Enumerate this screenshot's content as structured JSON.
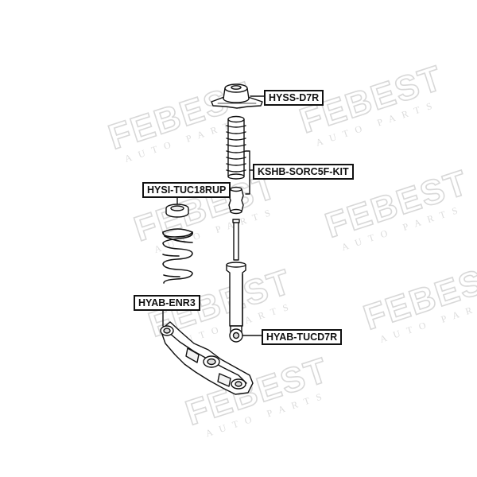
{
  "watermark": {
    "brand": "FEBEST",
    "subtitle": "AUTO PARTS"
  },
  "parts": {
    "top_mount": "HYSS-D7R",
    "boot_kit": "KSHB-SORC5F-KIT",
    "spring_insulator": "HYSI-TUC18RUP",
    "arm_bushing": "HYAB-ENR3",
    "shock_bushing": "HYAB-TUCD7R"
  }
}
